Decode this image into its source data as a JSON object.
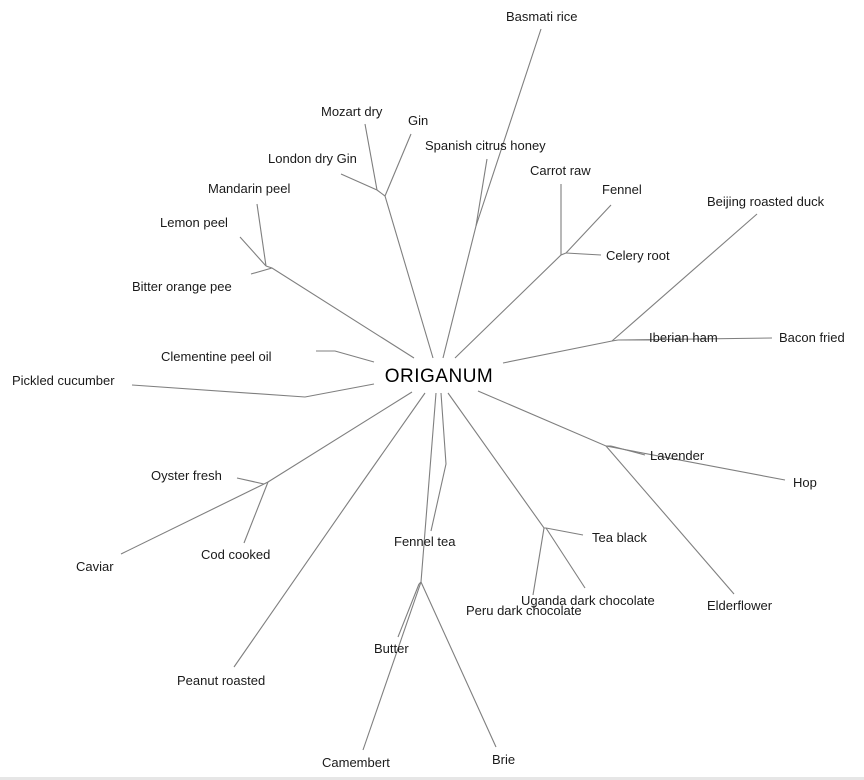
{
  "diagram": {
    "type": "radial-tree",
    "root": "ORIGANUM",
    "edge_color": "#7f7f7f",
    "text_color": "#1a1a1a",
    "leaves": {
      "basmati_rice": "Basmati rice",
      "mozart_dry": "Mozart dry",
      "gin": "Gin",
      "spanish_citrus_honey": "Spanish citrus honey",
      "london_dry_gin": "London dry Gin",
      "carrot_raw": "Carrot raw",
      "fennel": "Fennel",
      "mandarin_peel": "Mandarin peel",
      "beijing_roasted_duck": "Beijing roasted duck",
      "lemon_peel": "Lemon peel",
      "celery_root": "Celery root",
      "bitter_orange_pee": "Bitter orange pee",
      "iberian_ham": "Iberian ham",
      "bacon_fried": "Bacon fried",
      "clementine_peel_oil": "Clementine peel oil",
      "pickled_cucumber": "Pickled cucumber",
      "lavender": "Lavender",
      "hop": "Hop",
      "oyster_fresh": "Oyster fresh",
      "tea_black": "Tea black",
      "fennel_tea": "Fennel tea",
      "cod_cooked": "Cod cooked",
      "caviar": "Caviar",
      "uganda_dark_chocolate": "Uganda dark chocolate",
      "peru_dark_chocolate": "Peru dark chocolate",
      "elderflower": "Elderflower",
      "butter": "Butter",
      "peanut_roasted": "Peanut roasted",
      "camembert": "Camembert",
      "brie": "Brie"
    }
  }
}
